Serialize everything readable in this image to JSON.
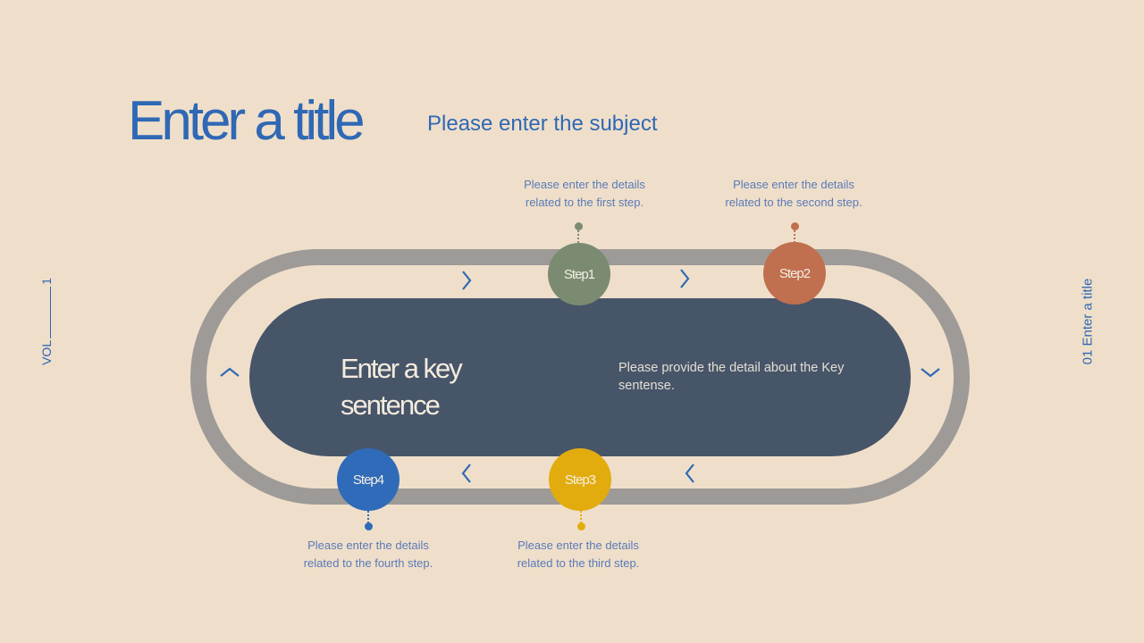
{
  "header": {
    "title": "Enter a title",
    "subject": "Please enter the subject"
  },
  "side": {
    "left_label": "VOL",
    "left_number": "1",
    "right_label": "01 Enter a title"
  },
  "center": {
    "key_sentence_line1": "Enter a key",
    "key_sentence_line2": "sentence",
    "detail_line1": "Please provide the detail about the Key",
    "detail_line2": "sentense."
  },
  "colors": {
    "background": "#EFDFCA",
    "accent": "#2F68B4",
    "track": "#9D9A98",
    "pill": "#475569",
    "step1": "#7A8B72",
    "step2": "#C06F4F",
    "step3": "#E2AC0F",
    "step4": "#2F6BB8"
  },
  "steps": [
    {
      "label": "Step1",
      "detail_line1": "Please enter the details",
      "detail_line2": "related to the first step."
    },
    {
      "label": "Step2",
      "detail_line1": "Please enter the details",
      "detail_line2": "related to the second step."
    },
    {
      "label": "Step3",
      "detail_line1": "Please enter the details",
      "detail_line2": "related to the third step."
    },
    {
      "label": "Step4",
      "detail_line1": "Please enter the details",
      "detail_line2": "related to the fourth step."
    }
  ],
  "arrows": {
    "top": [
      "chevron-right",
      "chevron-right"
    ],
    "bottom": [
      "chevron-left",
      "chevron-left"
    ],
    "left": "chevron-up",
    "right": "chevron-down"
  }
}
